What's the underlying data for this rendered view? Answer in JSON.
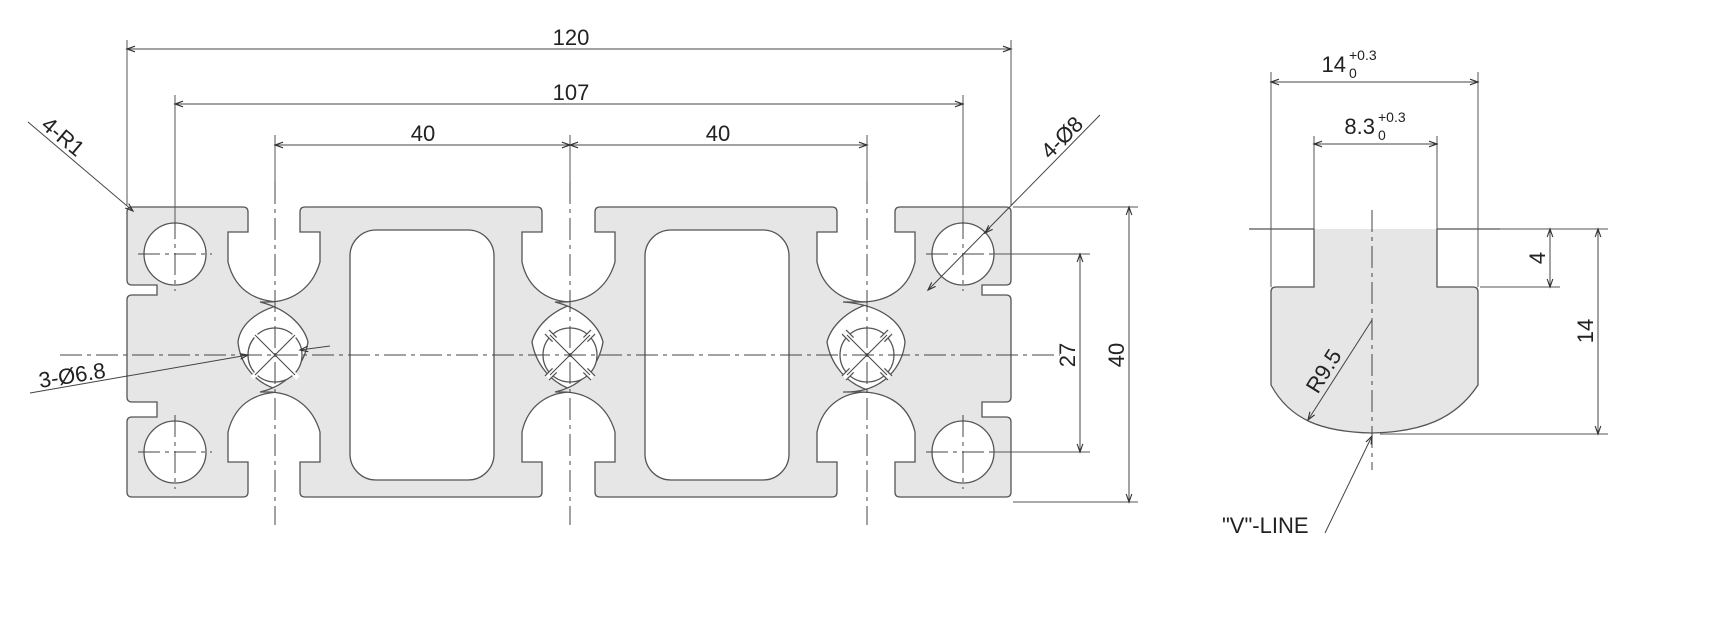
{
  "profile_view": {
    "dim_overall_width": "120",
    "dim_hole_spacing": "107",
    "dim_slot_pitch_left": "40",
    "dim_slot_pitch_right": "40",
    "dim_height": "40",
    "dim_hole_vertical": "27",
    "callout_corner_radius": "4-R1",
    "callout_holes": "4-Ø8",
    "callout_center_holes": "3-Ø6.8"
  },
  "slot_detail": {
    "dim_slot_width": "14",
    "dim_slot_width_tol_upper": "+0.3",
    "dim_slot_width_tol_lower": "0",
    "dim_opening_width": "8.3",
    "dim_opening_width_tol_upper": "+0.3",
    "dim_opening_width_tol_lower": "0",
    "dim_lip_depth": "4",
    "dim_depth": "14",
    "dim_radius": "R9.5",
    "callout_v_line": "\"V\"-LINE"
  }
}
